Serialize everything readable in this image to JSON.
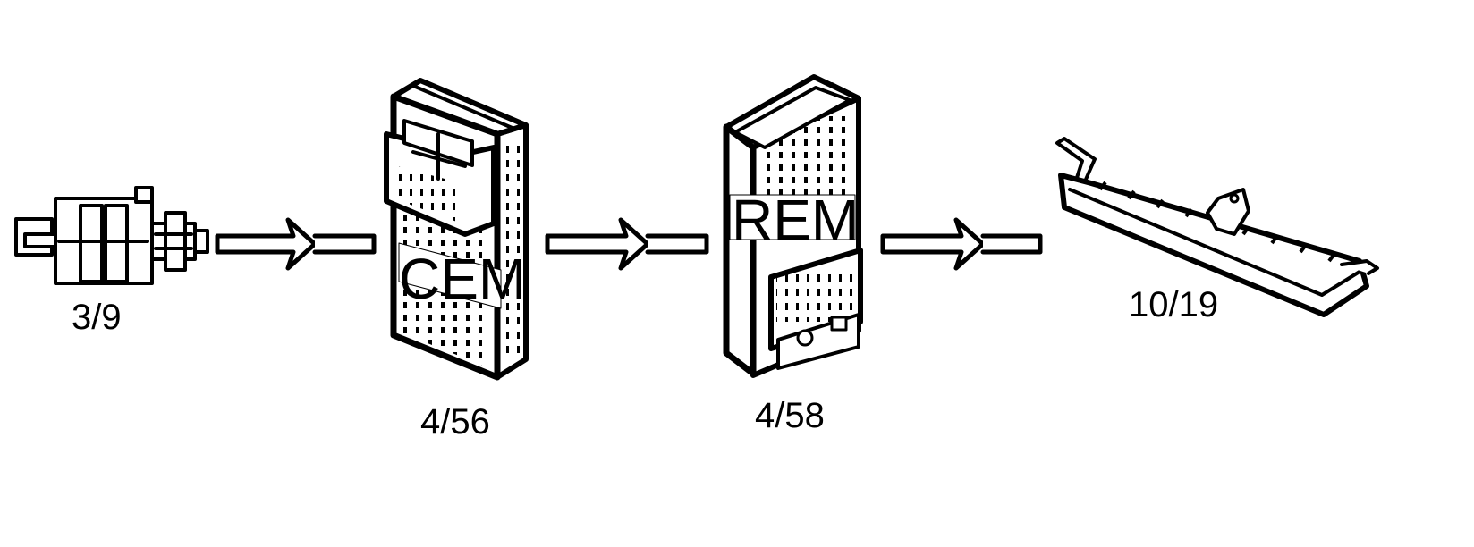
{
  "components": [
    {
      "id": "switch",
      "label": "3/9",
      "icon": "switch-connector-icon"
    },
    {
      "id": "cem",
      "label": "4/56",
      "module_text": "CEM",
      "icon": "module-box-icon"
    },
    {
      "id": "rem",
      "label": "4/58",
      "module_text": "REM",
      "icon": "module-box-icon"
    },
    {
      "id": "light",
      "label": "10/19",
      "icon": "brake-light-icon"
    }
  ],
  "arrows": [
    "switch-to-cem",
    "cem-to-rem",
    "rem-to-light"
  ],
  "colors": {
    "ink": "#000000",
    "background": "#ffffff"
  }
}
